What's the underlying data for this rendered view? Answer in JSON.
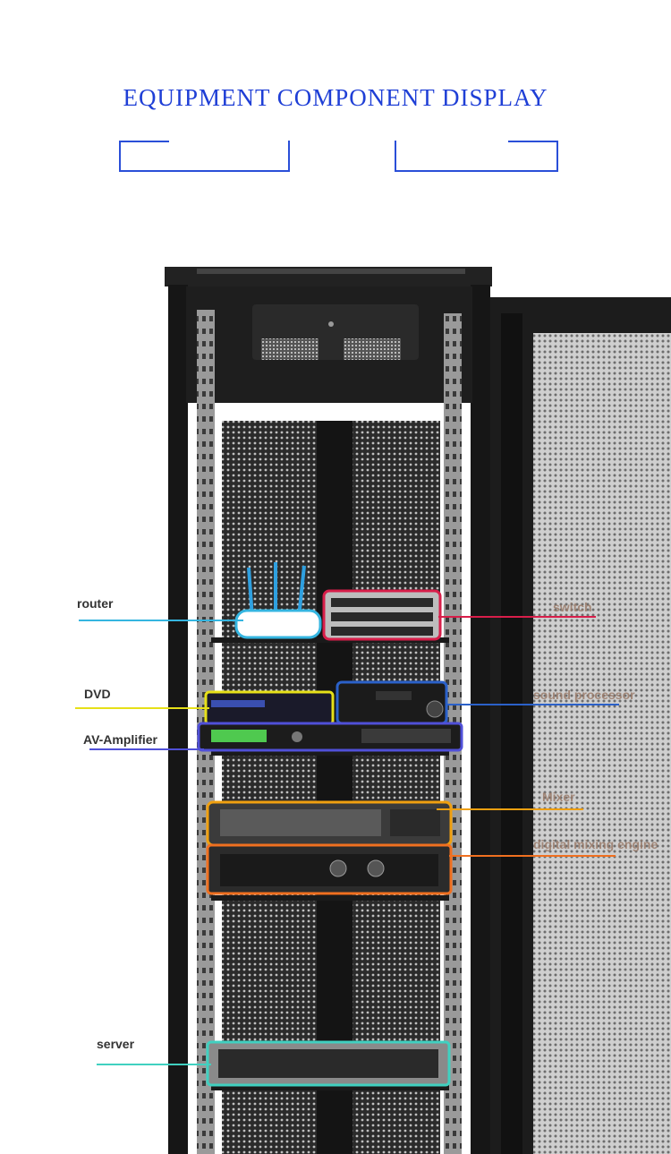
{
  "title": "EQUIPMENT COMPONENT DISPLAY",
  "colors": {
    "title": "#1f3fd6",
    "router": "#35b5e0",
    "switch": "#d81e4a",
    "dvd": "#e6e018",
    "sound_processor": "#2b61c9",
    "av_amplifier": "#5050d8",
    "mixer": "#f0a010",
    "digital_mixing_engine": "#f07020",
    "server": "#40d0c0"
  },
  "labels": {
    "router": "router",
    "switch": "switch",
    "dvd": "DVD",
    "sound_processor": "sound processor",
    "av_amplifier": "AV-Amplifier",
    "mixer": "Mixer",
    "digital_mixing_engine": "digital mixing engine",
    "server": "server"
  }
}
